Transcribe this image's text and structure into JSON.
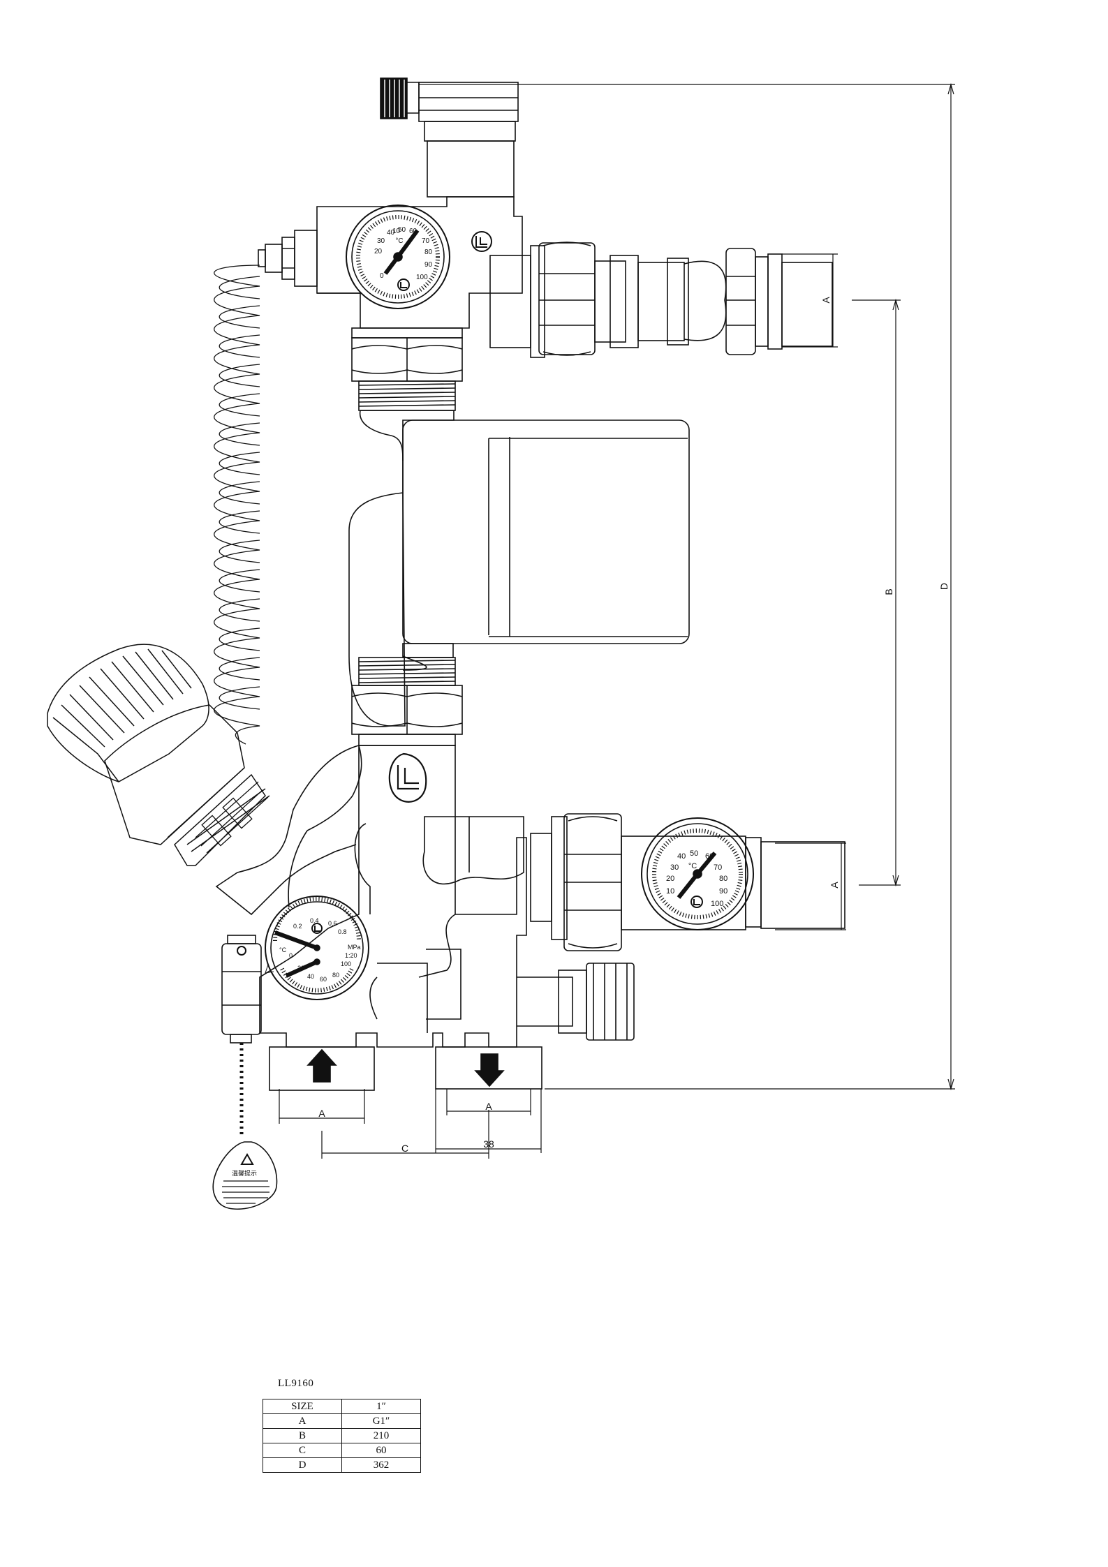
{
  "dimensions": {
    "a_top": "A",
    "a_mid": "A",
    "b": "B",
    "d": "D",
    "a_bottom_left": "A",
    "a_bottom_right": "A",
    "c": "C",
    "offset": "38"
  },
  "gauge_top": {
    "unit": "°C",
    "ticks": [
      "10",
      "20",
      "30",
      "40",
      "50",
      "60",
      "70",
      "80",
      "90",
      "100",
      "0"
    ]
  },
  "gauge_right": {
    "unit": "°C",
    "ticks": [
      "40",
      "50",
      "60",
      "70",
      "30",
      "80",
      "20",
      "90",
      "10",
      "100"
    ]
  },
  "gauge_combo": {
    "temp_unit": "°C",
    "pressure_unit": "MPa",
    "pressure_ratio": "1:20",
    "pressure_ticks": [
      "0.4",
      "0.6",
      "0.2",
      "0.8"
    ],
    "temp_ticks": [
      "0",
      "20",
      "40",
      "60",
      "80",
      "100"
    ]
  },
  "tag": {
    "title": "温馨提示"
  },
  "spec_table": {
    "model": "LL9160",
    "header": [
      "SIZE",
      "1″"
    ],
    "rows": [
      [
        "A",
        "G1″"
      ],
      [
        "B",
        "210"
      ],
      [
        "C",
        "60"
      ],
      [
        "D",
        "362"
      ]
    ]
  }
}
